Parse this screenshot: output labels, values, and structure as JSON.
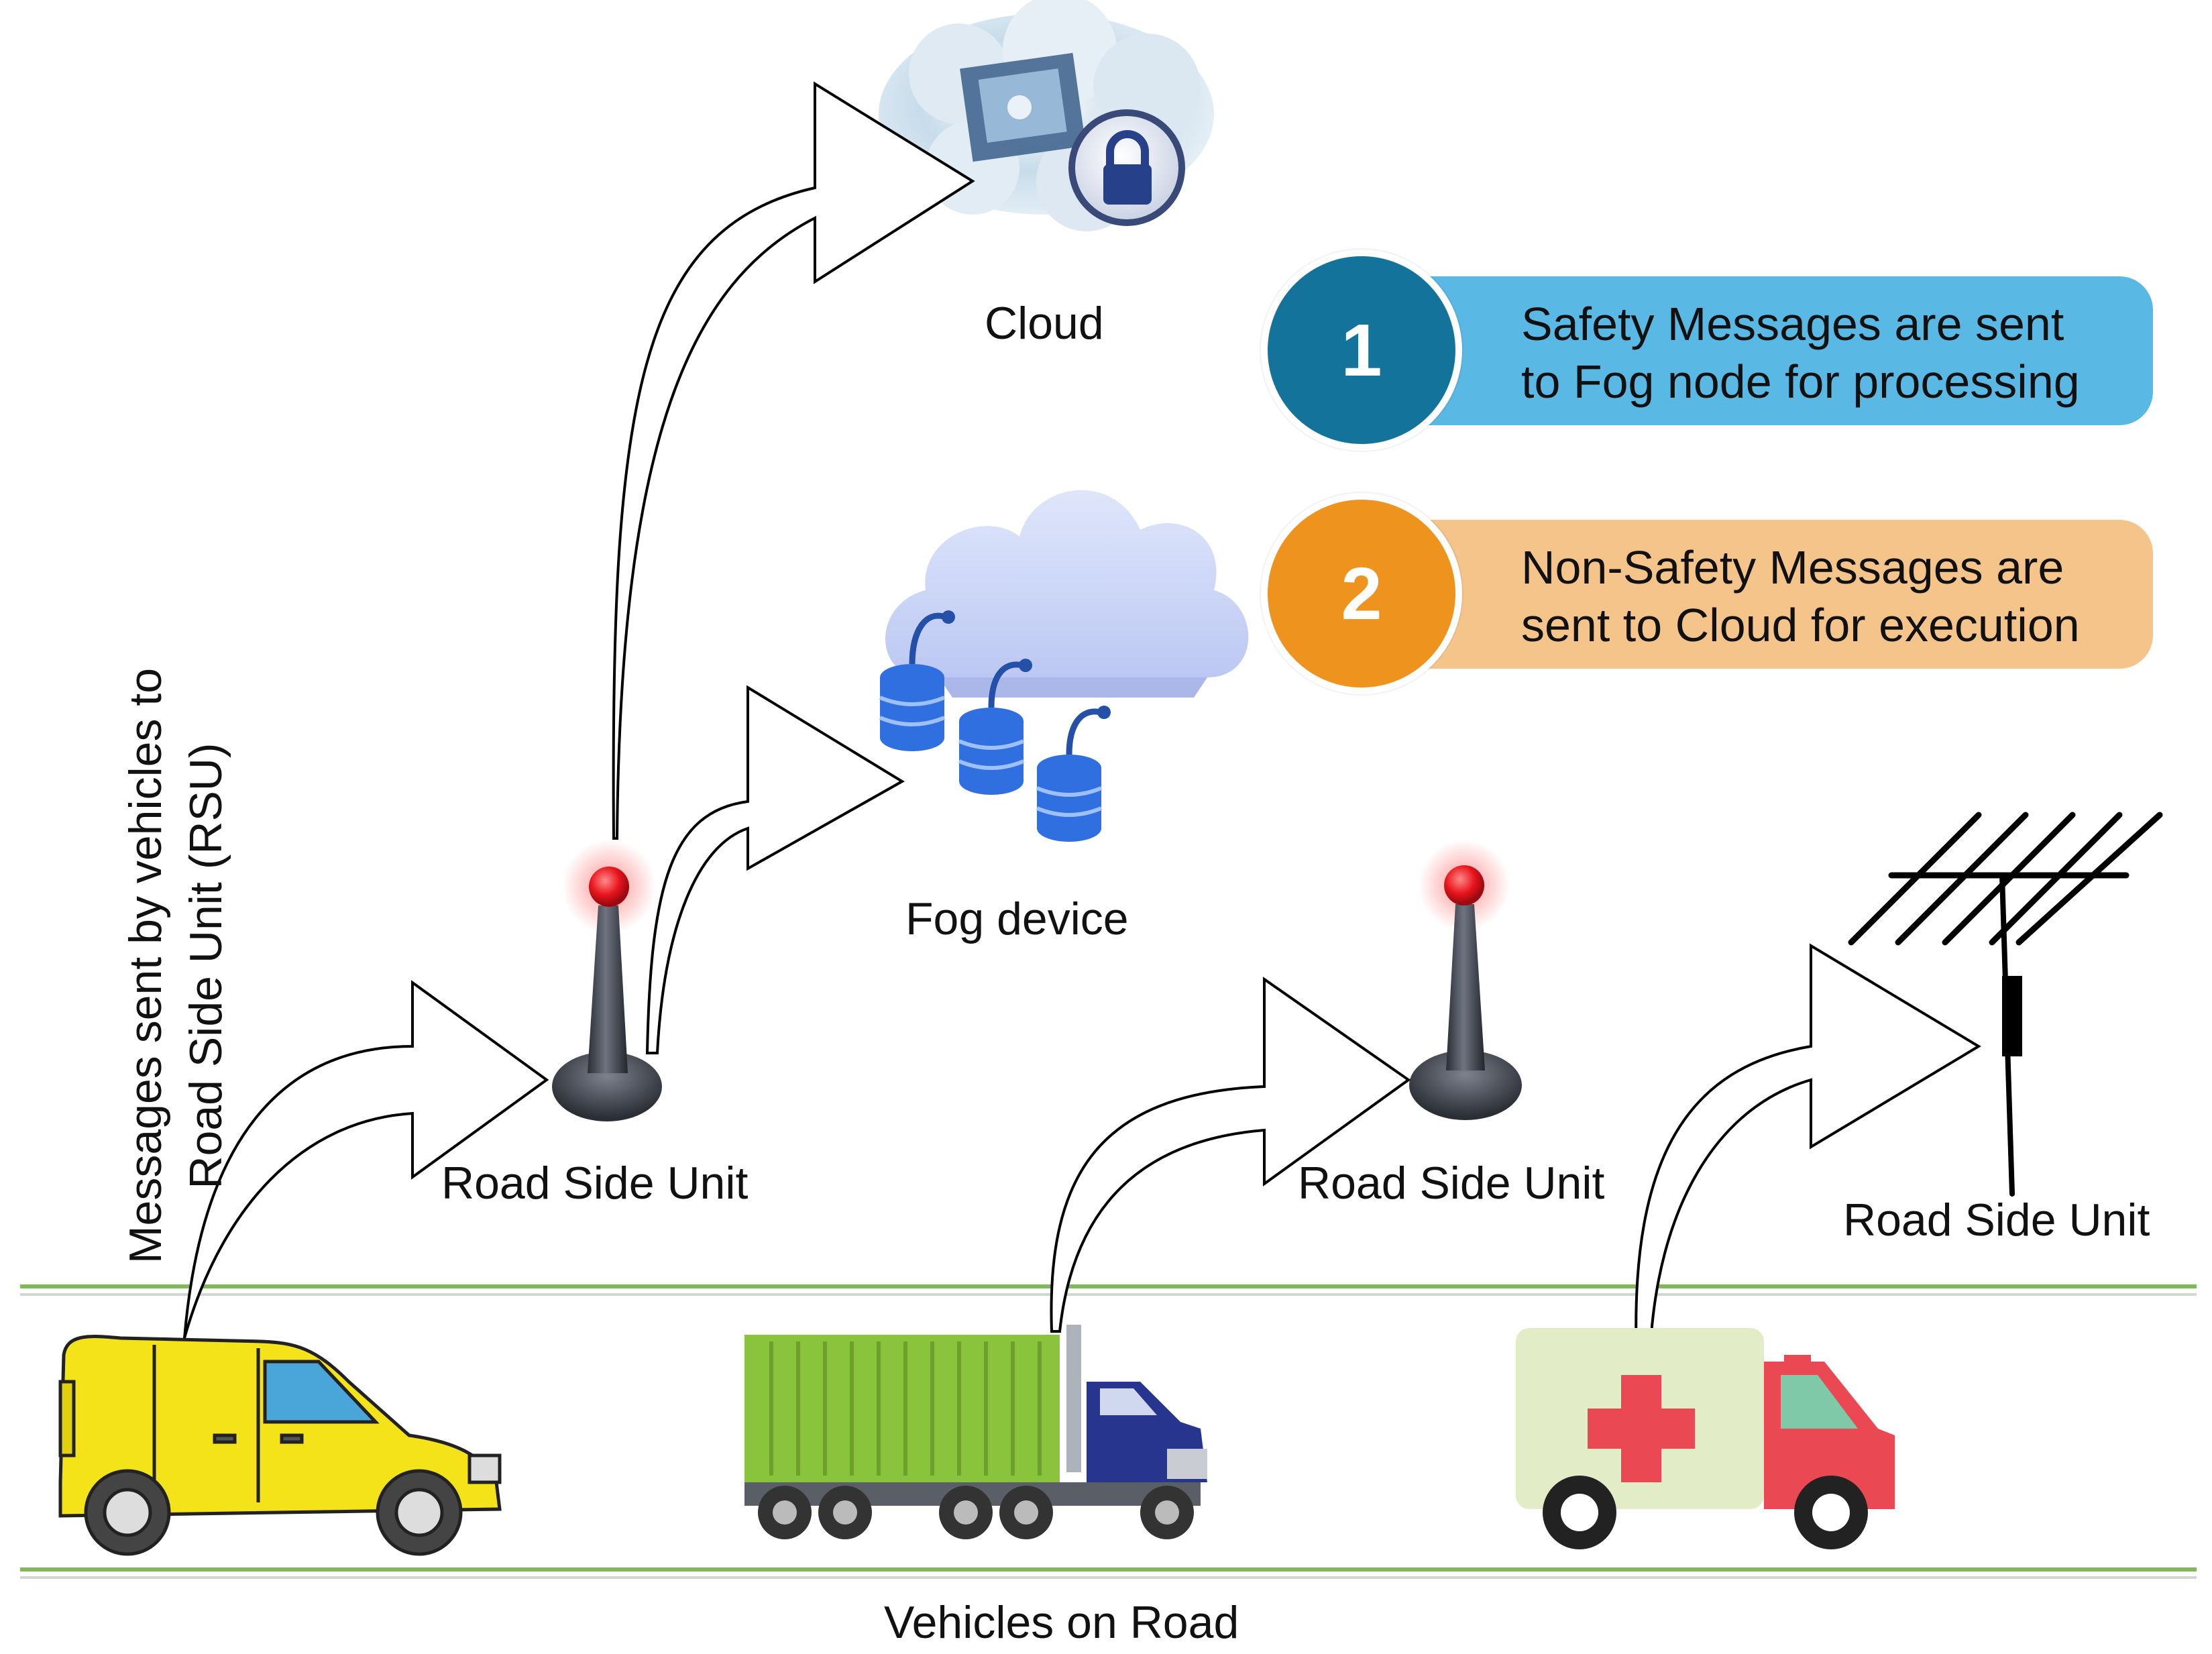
{
  "labels": {
    "cloud": "Cloud",
    "fog": "Fog device",
    "rsu1": "Road Side Unit",
    "rsu2": "Road Side Unit",
    "rsu3": "Road Side Unit",
    "road": "Vehicles on Road"
  },
  "side_label": {
    "line1": "Messages sent by vehicles to",
    "line2": "Road Side Unit (RSU)"
  },
  "legend": [
    {
      "number": "1",
      "line1": "Safety Messages are sent",
      "line2": "to Fog node for processing",
      "badge_color": "#13739a",
      "bar_color": "#5ab8e4"
    },
    {
      "number": "2",
      "line1": "Non-Safety Messages are",
      "line2": "sent to Cloud for execution",
      "badge_color": "#ee941e",
      "bar_color": "#f5c48a"
    }
  ],
  "icons": {
    "cloud": "cloud-lock-icon",
    "fog": "fog-database-icon",
    "rsu_tower": "antenna-tower-icon",
    "rsu_aerial": "yagi-antenna-icon",
    "van": "yellow-van-icon",
    "truck": "container-truck-icon",
    "ambulance": "ambulance-icon"
  },
  "colors": {
    "road_line": "#7fb95a",
    "beacon": "#e8141c",
    "database": "#2f6fe0",
    "van": "#f3e318",
    "truck_body": "#8ac43c",
    "truck_cab": "#27358e",
    "ambulance_cross": "#ea4852"
  }
}
